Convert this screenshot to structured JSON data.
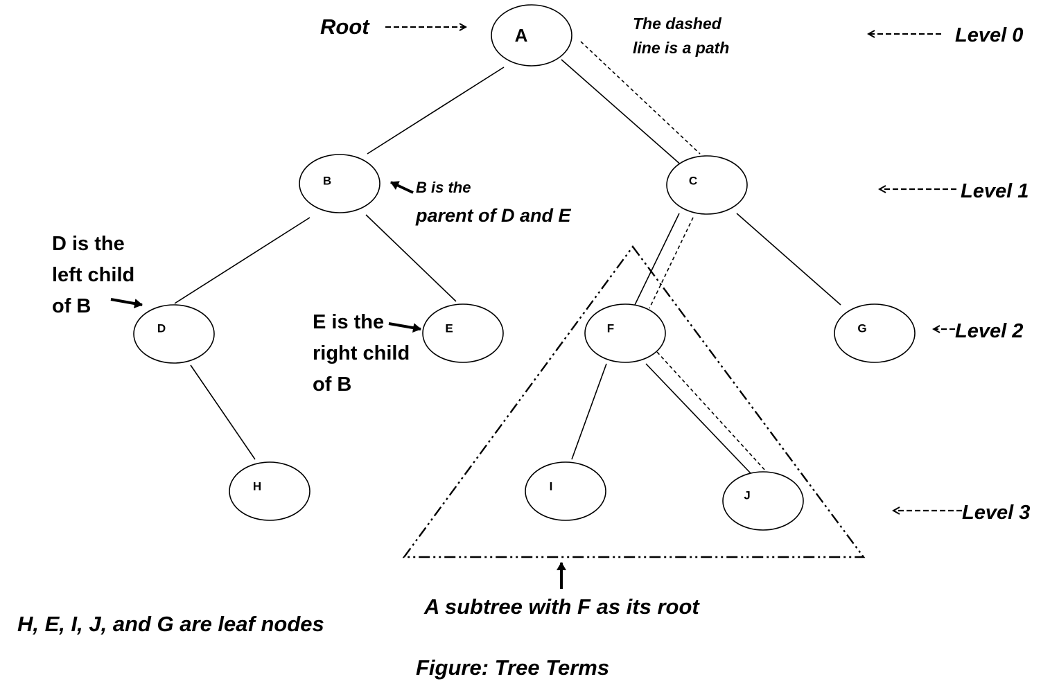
{
  "nodes": {
    "A": "A",
    "B": "B",
    "C": "C",
    "D": "D",
    "E": "E",
    "F": "F",
    "G": "G",
    "H": "H",
    "I": "I",
    "J": "J"
  },
  "labels": {
    "root": "Root",
    "dashed_line_1": "The dashed",
    "dashed_line_2": "line is a path",
    "level0": "Level 0",
    "level1": "Level 1",
    "level2": "Level 2",
    "level3": "Level 3",
    "b_parent_1": "B is the",
    "b_parent_2": "parent of D and E",
    "d_left_1": "D is the",
    "d_left_2": "left child",
    "d_left_3": "of B",
    "e_right_1": "E is the",
    "e_right_2": "right child",
    "e_right_3": "of B",
    "subtree": "A subtree with F as its root",
    "leaf": "H, E, I, J, and G are leaf nodes",
    "caption": "Figure: Tree Terms"
  }
}
